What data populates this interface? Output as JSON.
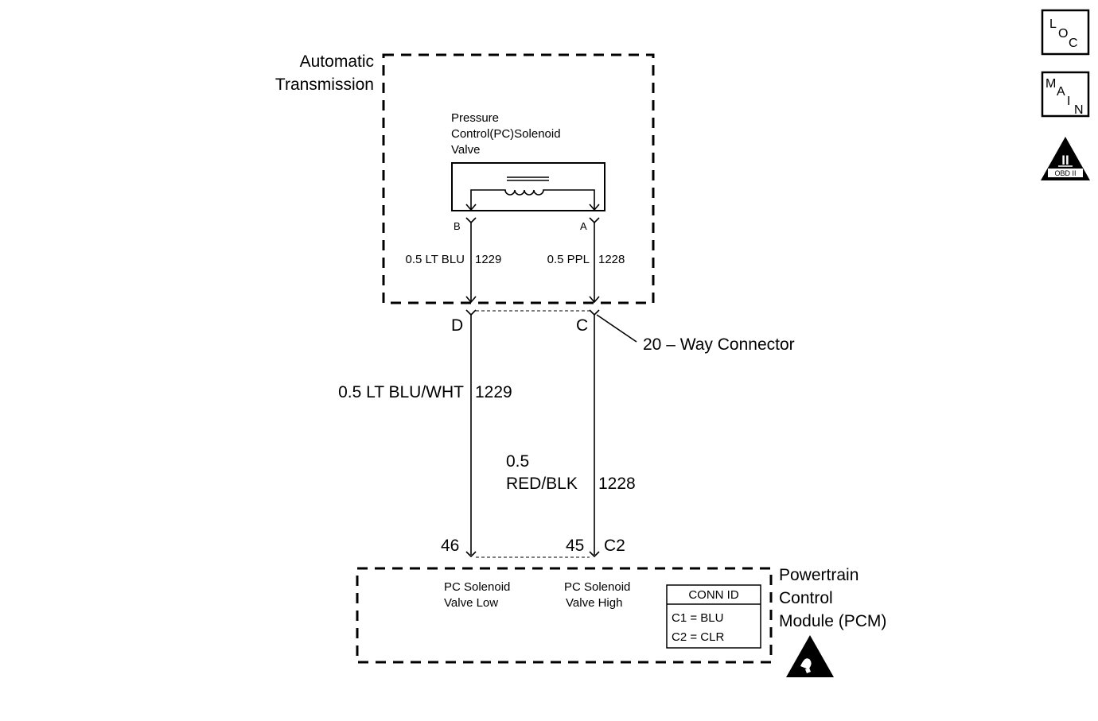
{
  "transmission": {
    "label_line1": "Automatic",
    "label_line2": "Transmission"
  },
  "solenoid": {
    "label_line1": "Pressure",
    "label_line2": "Control(PC)Solenoid",
    "label_line3": "Valve",
    "terminal_b": "B",
    "terminal_a": "A"
  },
  "wires_internal": [
    {
      "label": "0.5 LT BLU",
      "circuit": "1229"
    },
    {
      "label": "0.5 PPL",
      "circuit": "1228"
    }
  ],
  "connector_20way": {
    "terminal_d": "D",
    "terminal_c": "C",
    "label": "20 – Way Connector"
  },
  "wires_external": [
    {
      "label": "0.5 LT BLU/WHT",
      "circuit": "1229"
    },
    {
      "label_line1": "0.5",
      "label_line2": "RED/BLK",
      "circuit": "1228"
    }
  ],
  "pcm": {
    "pin_46": "46",
    "pin_45": "45",
    "connector": "C2",
    "label_line1": "Powertrain",
    "label_line2": "Control",
    "label_line3": "Module (PCM)",
    "pin_low_line1": "PC Solenoid",
    "pin_low_line2": "Valve Low",
    "pin_high_line1": "PC Solenoid",
    "pin_high_line2": "Valve High",
    "conn_id": {
      "title": "CONN ID",
      "rows": [
        "C1 = BLU",
        "C2 = CLR"
      ]
    }
  },
  "side_icons": {
    "loc": [
      "L",
      "O",
      "C"
    ],
    "main": [
      "M",
      "A",
      "I",
      "N"
    ],
    "obd": {
      "numeral": "II",
      "caption": "OBD II"
    }
  }
}
